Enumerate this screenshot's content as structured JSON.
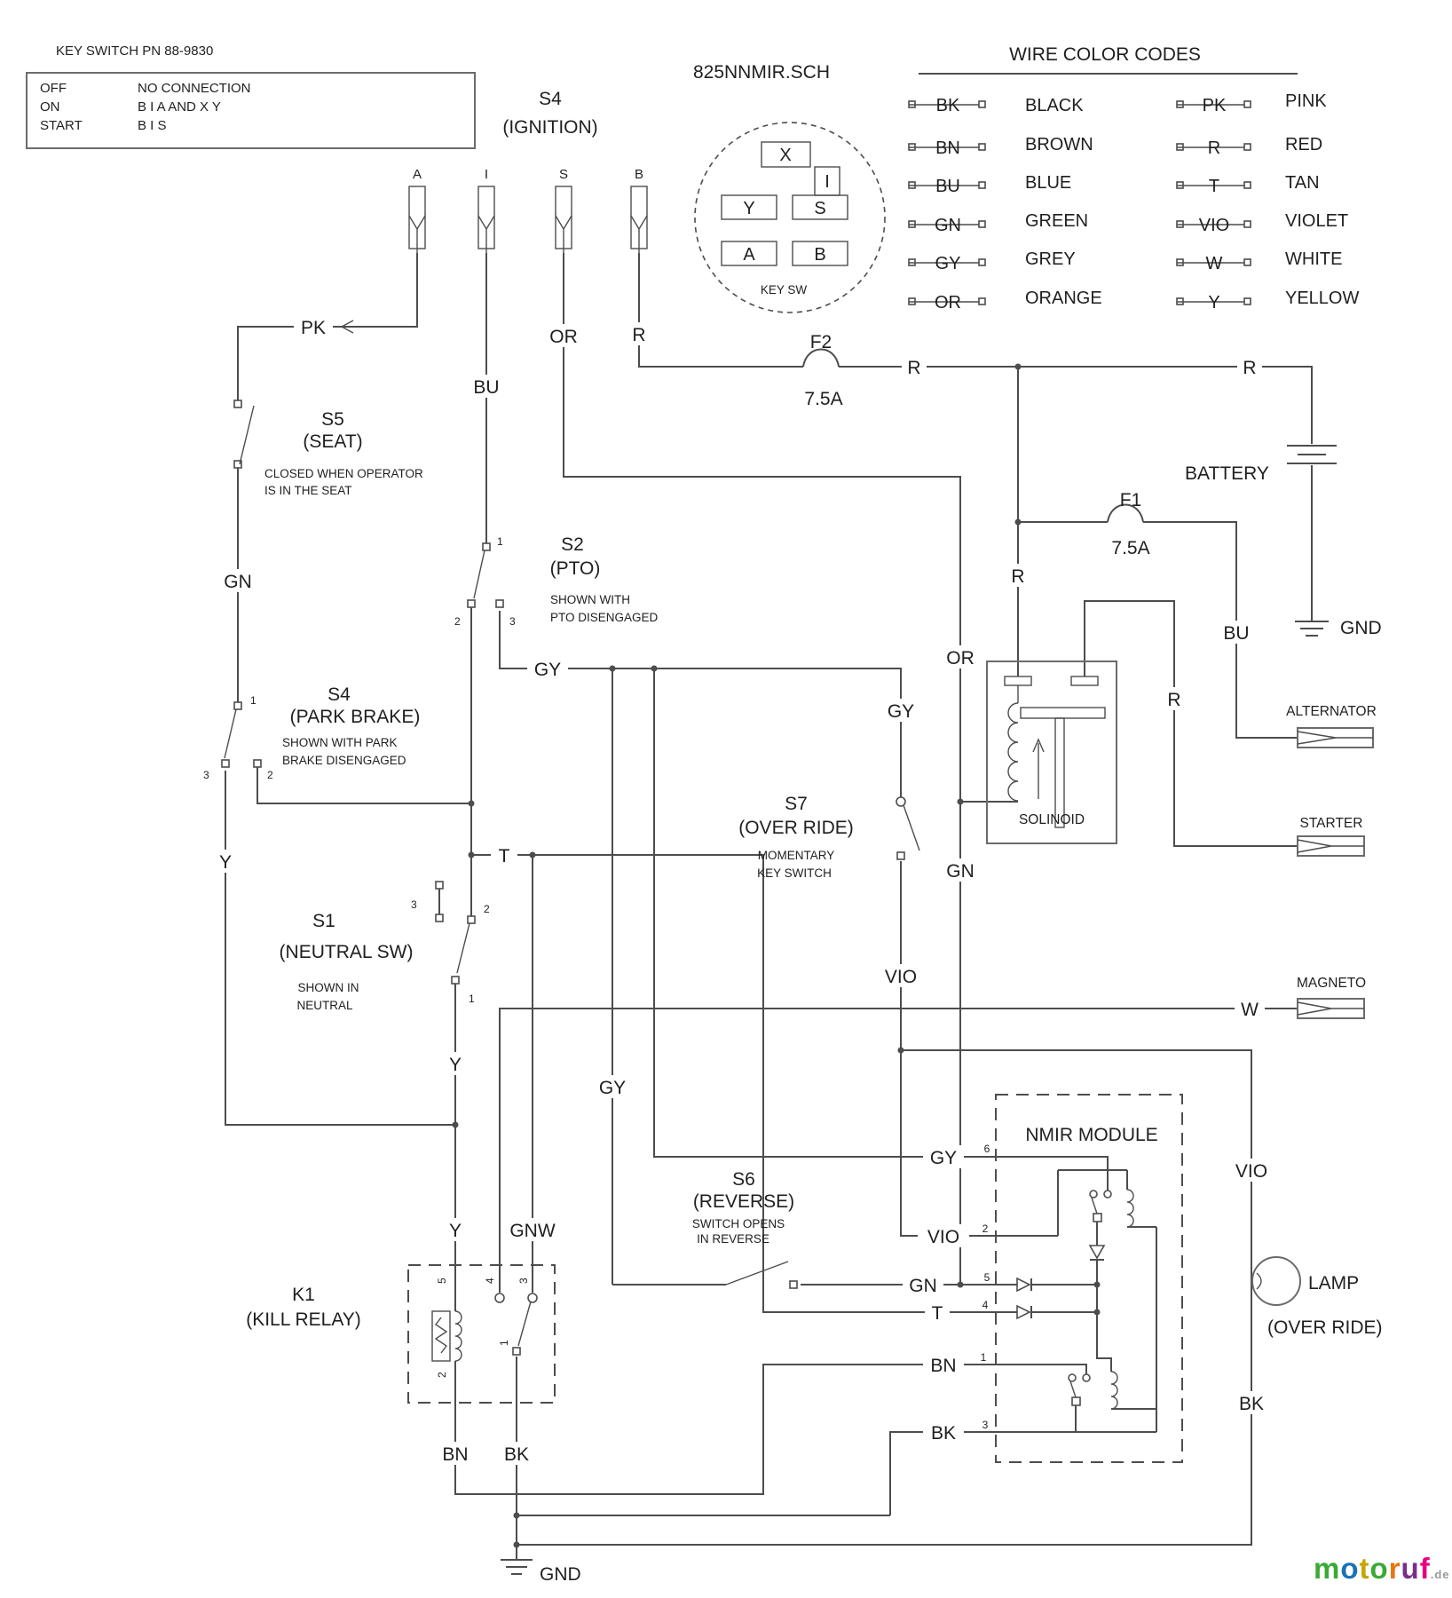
{
  "key_switch_box": {
    "title": "KEY SWITCH PN 88-9830",
    "rows": [
      {
        "mode": "OFF",
        "conn": "NO CONNECTION"
      },
      {
        "mode": "ON",
        "conn": "B I A      AND   X Y"
      },
      {
        "mode": "START",
        "conn": "B I S"
      }
    ]
  },
  "ignition": {
    "id": "S4",
    "name": "(IGNITION)",
    "pins": [
      "A",
      "I",
      "S",
      "B"
    ]
  },
  "sch_title": "825NNMIR.SCH",
  "key_sw": {
    "x": "X",
    "i": "I",
    "y": "Y",
    "s": "S",
    "a": "A",
    "b": "B",
    "caption": "KEY SW"
  },
  "legend": {
    "title": "WIRE COLOR CODES",
    "rows": [
      {
        "c1": "BK",
        "n1": "BLACK",
        "c2": "PK",
        "n2": "PINK"
      },
      {
        "c1": "BN",
        "n1": "BROWN",
        "c2": "R",
        "n2": "RED"
      },
      {
        "c1": "BU",
        "n1": "BLUE",
        "c2": "T",
        "n2": "TAN"
      },
      {
        "c1": "GN",
        "n1": "GREEN",
        "c2": "VIO",
        "n2": "VIOLET"
      },
      {
        "c1": "GY",
        "n1": "GREY",
        "c2": "W",
        "n2": "WHITE"
      },
      {
        "c1": "OR",
        "n1": "ORANGE",
        "c2": "Y",
        "n2": "YELLOW"
      }
    ]
  },
  "fuses": {
    "f2": {
      "id": "F2",
      "rating": "7.5A"
    },
    "f1": {
      "id": "F1",
      "rating": "7.5A"
    }
  },
  "devices": {
    "battery": "BATTERY",
    "gnd_right": "GND",
    "gnd_bottom": "GND",
    "alternator": "ALTERNATOR",
    "starter": "STARTER",
    "magneto": "MAGNETO",
    "solenoid": "SOLINOID",
    "nmir": "NMIR MODULE",
    "lamp": "LAMP",
    "lamp_sub": "(OVER RIDE)"
  },
  "switches": {
    "s5": {
      "id": "S5",
      "name": "(SEAT)",
      "note1": "CLOSED WHEN OPERATOR",
      "note2": "IS IN THE SEAT"
    },
    "s2": {
      "id": "S2",
      "name": "(PTO)",
      "note1": "SHOWN WITH",
      "note2": "PTO DISENGAGED",
      "p1": "1",
      "p2": "2",
      "p3": "3"
    },
    "s4b": {
      "id": "S4",
      "name": "(PARK BRAKE)",
      "note1": "SHOWN WITH PARK",
      "note2": "BRAKE DISENGAGED",
      "p1": "1",
      "p2": "2",
      "p3": "3"
    },
    "s1": {
      "id": "S1",
      "name": "(NEUTRAL SW)",
      "note1": "SHOWN IN",
      "note2": "NEUTRAL",
      "p1": "1",
      "p2": "2",
      "p3": "3"
    },
    "s7": {
      "id": "S7",
      "name": "(OVER RIDE)",
      "note1": "MOMENTARY",
      "note2": "KEY SWITCH"
    },
    "s6": {
      "id": "S6",
      "name": "(REVERSE)",
      "note1": "SWITCH OPENS",
      "note2": "IN REVERSE"
    },
    "k1": {
      "id": "K1",
      "name": "(KILL RELAY)",
      "p5": "5",
      "p4": "4",
      "p3": "3",
      "p2": "2",
      "p1": "1"
    }
  },
  "nmir_pins": {
    "p6": "6",
    "p2": "2",
    "p5": "5",
    "p4": "4",
    "p1": "1",
    "p3": "3"
  },
  "wire_labels": {
    "pk": "PK",
    "bu": "BU",
    "or_pin": "OR",
    "r_pin": "R",
    "gn_left": "GN",
    "y_left": "Y",
    "gy_main": "GY",
    "t_main": "T",
    "r_f2a": "R",
    "r_f2b": "R",
    "r_mid": "R",
    "bu_alt": "BU",
    "r_start": "R",
    "or_sol": "OR",
    "gy_s7": "GY",
    "gn_sol": "GN",
    "vio_s7": "VIO",
    "gy_s6": "GY",
    "y_n1": "Y",
    "y_n2": "Y",
    "gnw": "GNW",
    "w": "W",
    "gy_row": "GY",
    "vio_row": "VIO",
    "gn_row": "GN",
    "t_row": "T",
    "bn_row": "BN",
    "bk_row": "BK",
    "bn_k1": "BN",
    "bk_k1": "BK",
    "vio_lamp": "VIO",
    "bk_lamp": "BK"
  },
  "logo": {
    "letters": [
      "m",
      "o",
      "t",
      "o",
      "r",
      "u",
      "f"
    ],
    "colors": [
      "#3aaa35",
      "#1d71b8",
      "#c8a400",
      "#3aaa35",
      "#e87511",
      "#7b2d8b",
      "#e6007e"
    ],
    "tld": ".de",
    "tld_color": "#9a9a9a"
  }
}
